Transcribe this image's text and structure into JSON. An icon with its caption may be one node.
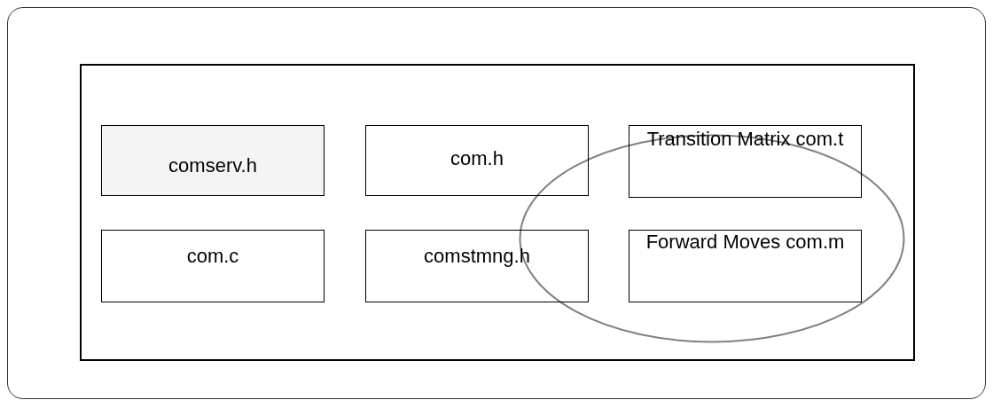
{
  "diagram": {
    "nodes": [
      {
        "text": [],
        "shape": "box"
      },
      {
        "text": [],
        "shape": "box",
        "in": 0
      },
      {
        "text": [
          "comserv.h"
        ],
        "in": 1
      },
      {
        "text": [
          "com.h"
        ],
        "in": 1
      },
      {
        "text": [
          "Transition Matrix com.t"
        ],
        "in": 1
      },
      {
        "text": [
          "com.c"
        ],
        "in": 1
      },
      {
        "text": [
          "comstmng.h"
        ],
        "in": 1
      },
      {
        "text": [],
        "shape": "ellipse",
        "in": 1
      },
      {
        "text": [
          "Forward Moves com.m"
        ],
        "in": 7
      }
    ]
  }
}
